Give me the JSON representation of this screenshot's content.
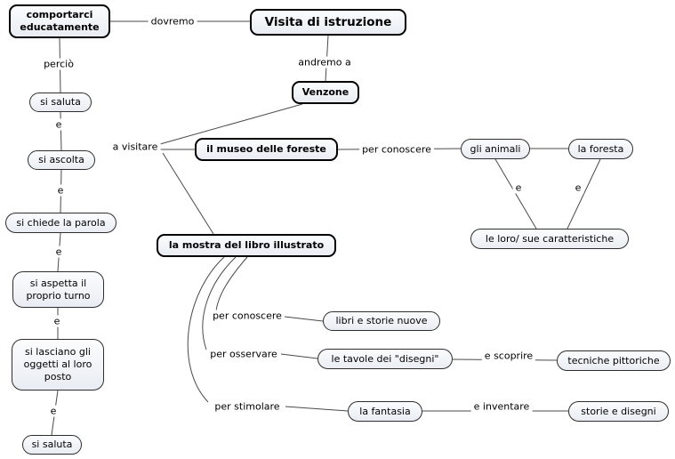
{
  "map": {
    "background": "#ffffff",
    "node_fill": "#e9edf3",
    "node_border": "#000000",
    "line_color": "#4a4a4a"
  },
  "nodes": {
    "comportarci": {
      "label": "comportarci educatamente"
    },
    "visita": {
      "label": "Visita di istruzione"
    },
    "venzone": {
      "label": "Venzone"
    },
    "museo": {
      "label": "il museo delle foreste"
    },
    "mostra": {
      "label": "la mostra del libro illustrato"
    },
    "si_saluta_top": {
      "label": "si saluta"
    },
    "si_ascolta": {
      "label": "si ascolta"
    },
    "si_chiede_la_parola": {
      "label": "si chiede la parola"
    },
    "si_aspetta": {
      "label": "si aspetta il proprio turno"
    },
    "si_lasciano": {
      "label": "si lasciano gli oggetti al loro posto"
    },
    "si_saluta_bottom": {
      "label": "si saluta"
    },
    "gli_animali": {
      "label": "gli animali"
    },
    "la_foresta": {
      "label": "la foresta"
    },
    "caratteristiche": {
      "label": "le loro/ sue caratteristiche"
    },
    "libri": {
      "label": "libri e storie nuove"
    },
    "tavole": {
      "label": "le tavole dei \"disegni\""
    },
    "tecniche": {
      "label": "tecniche pittoriche"
    },
    "fantasia": {
      "label": "la fantasia"
    },
    "storie": {
      "label": "storie e disegni"
    }
  },
  "links": {
    "dovremo": "dovremo",
    "percio": "perciò",
    "andremo_a": "andremo a",
    "a_visitare": "a visitare",
    "per_conoscere_museo": "per conoscere",
    "per_conoscere_mostra": "per conoscere",
    "per_osservare": "per osservare",
    "per_stimolare": "per stimolare",
    "e_scoprire": "e scoprire",
    "e_inventare": "e inventare",
    "e_animali": "e",
    "e_foresta": "e",
    "e_chain_1": "e",
    "e_chain_2": "e",
    "e_chain_3": "e",
    "e_chain_4": "e",
    "e_chain_5": "e"
  }
}
